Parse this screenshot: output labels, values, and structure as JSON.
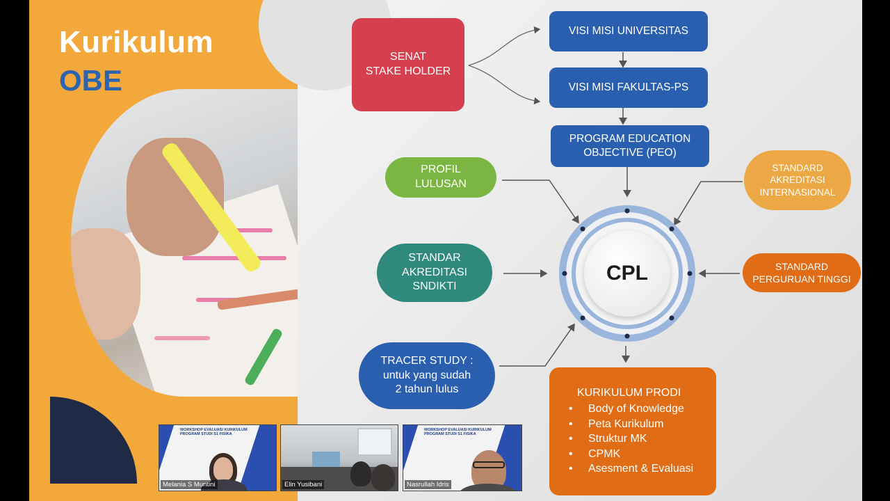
{
  "slide": {
    "title_line1": "Kurikulum",
    "title_line2": "OBE"
  },
  "flow": {
    "senat": [
      "SENAT",
      "STAKE HOLDER"
    ],
    "visi_univ": "VISI MISI UNIVERSITAS",
    "visi_fak": "VISI MISI FAKULTAS-PS",
    "peo": [
      "PROGRAM EDUCATION",
      "OBJECTIVE (PEO)"
    ],
    "profil": [
      "PROFIL",
      "LULUSAN"
    ],
    "standar_sndikti": [
      "STANDAR",
      "AKREDITASI",
      "SNDIKTI"
    ],
    "tracer": [
      "TRACER STUDY :",
      "untuk yang sudah",
      "2 tahun lulus"
    ],
    "std_internasional": [
      "STANDARD",
      "AKREDITASI",
      "INTERNASIONAL"
    ],
    "std_pt": [
      "STANDARD",
      "PERGURUAN TINGGI"
    ],
    "cpl": "CPL",
    "kurikulum_title": "KURIKULUM PRODI",
    "kurikulum_items": [
      "Body of Knowledge",
      "Peta Kurikulum",
      "Struktur MK",
      "CPMK",
      "Asesment & Evaluasi"
    ]
  },
  "colors": {
    "blue": "#2a5fb0",
    "red": "#d6404e",
    "green": "#7ab641",
    "teal": "#2f8a7d",
    "yellow_orange": "#eba845",
    "orange": "#e06d15",
    "left_panel": "#f2a83a"
  },
  "participants": [
    {
      "name": "Melania S Muntini",
      "banner": "WORKSHOP EVALUASI KURIKULUM PROGRAM STUDI S1 FISIKA"
    },
    {
      "name": "Elin Yusibani"
    },
    {
      "name": "Nasrullah Idris",
      "banner": "WORKSHOP EVALUASI KURIKULUM PROGRAM STUDI S1 FISIKA"
    }
  ]
}
